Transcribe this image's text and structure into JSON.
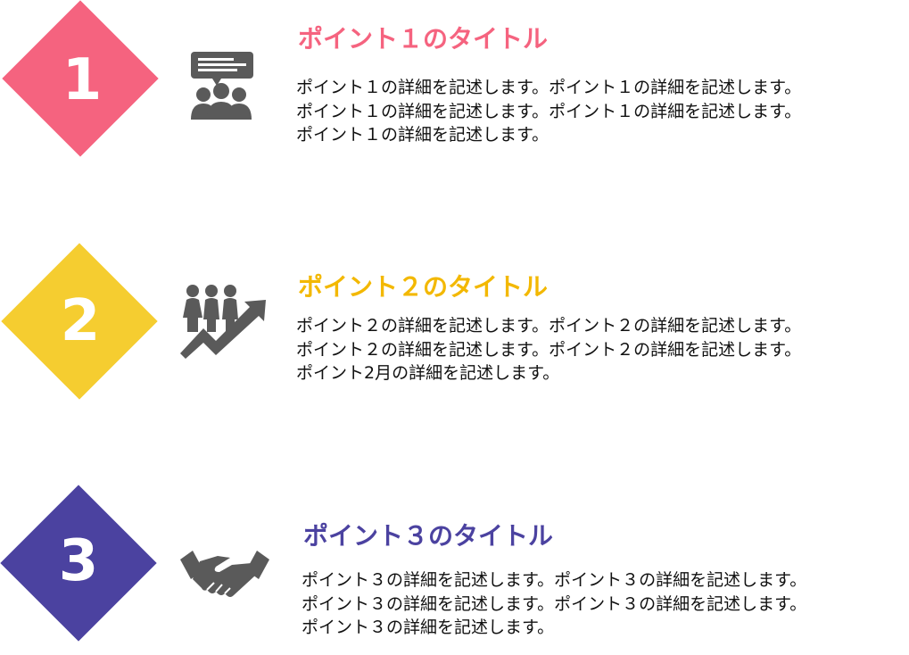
{
  "points": [
    {
      "number": "1",
      "color": "#f5637f",
      "icon": "meeting-icon",
      "title": "ポイント１のタイトル",
      "lines": [
        "ポイント１の詳細を記述します。ポイント１の詳細を記述します。",
        "ポイント１の詳細を記述します。ポイント１の詳細を記述します。",
        "ポイント１の詳細を記述します。"
      ]
    },
    {
      "number": "2",
      "color": "#f5cd30",
      "title_color": "#f3b800",
      "icon": "growth-team-icon",
      "title": "ポイント２のタイトル",
      "lines": [
        "ポイント２の詳細を記述します。ポイント２の詳細を記述します。",
        "ポイント２の詳細を記述します。ポイント２の詳細を記述します。",
        "ポイント2月の詳細を記述します。"
      ]
    },
    {
      "number": "3",
      "color": "#4b42a0",
      "icon": "handshake-icon",
      "title": "ポイント３のタイトル",
      "lines": [
        "ポイント３の詳細を記述します。ポイント３の詳細を記述します。",
        "ポイント３の詳細を記述します。ポイント３の詳細を記述します。",
        "ポイント３の詳細を記述します。"
      ]
    }
  ],
  "icon_color": "#5a5a5a"
}
